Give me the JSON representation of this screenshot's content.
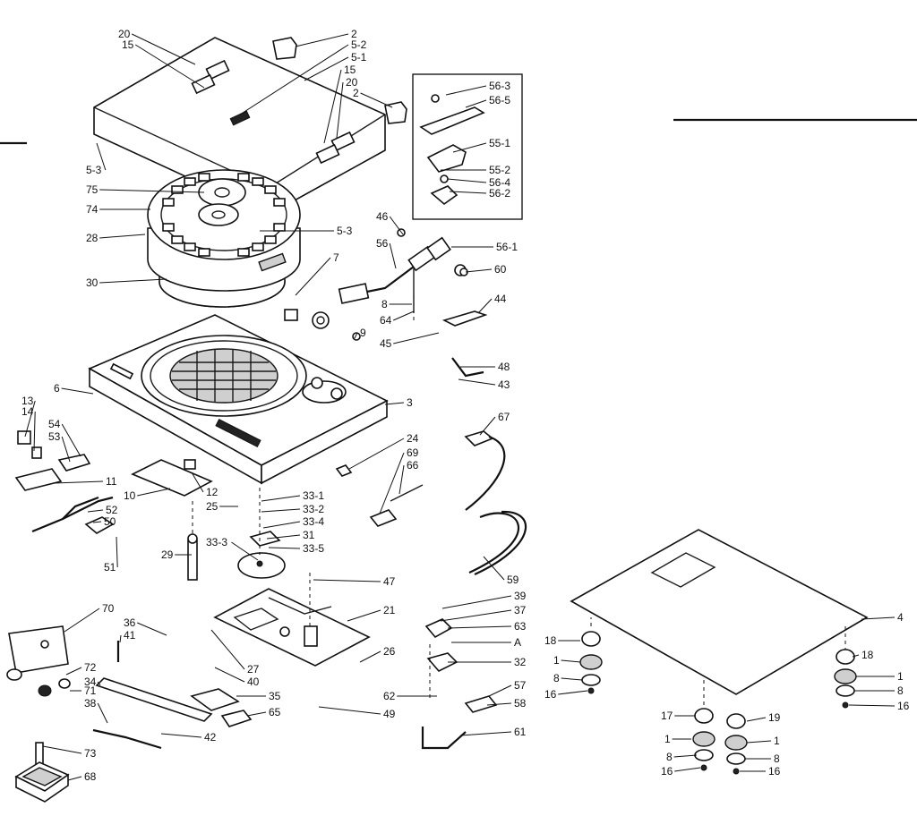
{
  "labels": [
    "20",
    "15",
    "2",
    "5-2",
    "5-1",
    "15",
    "20",
    "2",
    "56-3",
    "56-5",
    "55-1",
    "55-2",
    "56-4",
    "56-2",
    "5-3",
    "75",
    "74",
    "28",
    "5-3",
    "46",
    "56-1",
    "56",
    "60",
    "30",
    "7",
    "8",
    "64",
    "44",
    "9",
    "45",
    "48",
    "43",
    "6",
    "3",
    "13",
    "14",
    "54",
    "53",
    "67",
    "24",
    "69",
    "66",
    "11",
    "10",
    "12",
    "25",
    "52",
    "50",
    "51",
    "33-1",
    "33-2",
    "33-4",
    "31",
    "33-5",
    "29",
    "33-3",
    "59",
    "47",
    "70",
    "36",
    "41",
    "21",
    "39",
    "37",
    "63",
    "A",
    "26",
    "32",
    "27",
    "72",
    "71",
    "34",
    "40",
    "35",
    "62",
    "57",
    "58",
    "38",
    "65",
    "49",
    "42",
    "61",
    "73",
    "68",
    "4",
    "18",
    "1",
    "8",
    "16",
    "18",
    "1",
    "8",
    "16",
    "17",
    "19",
    "1",
    "1",
    "8",
    "8",
    "16",
    "16"
  ]
}
